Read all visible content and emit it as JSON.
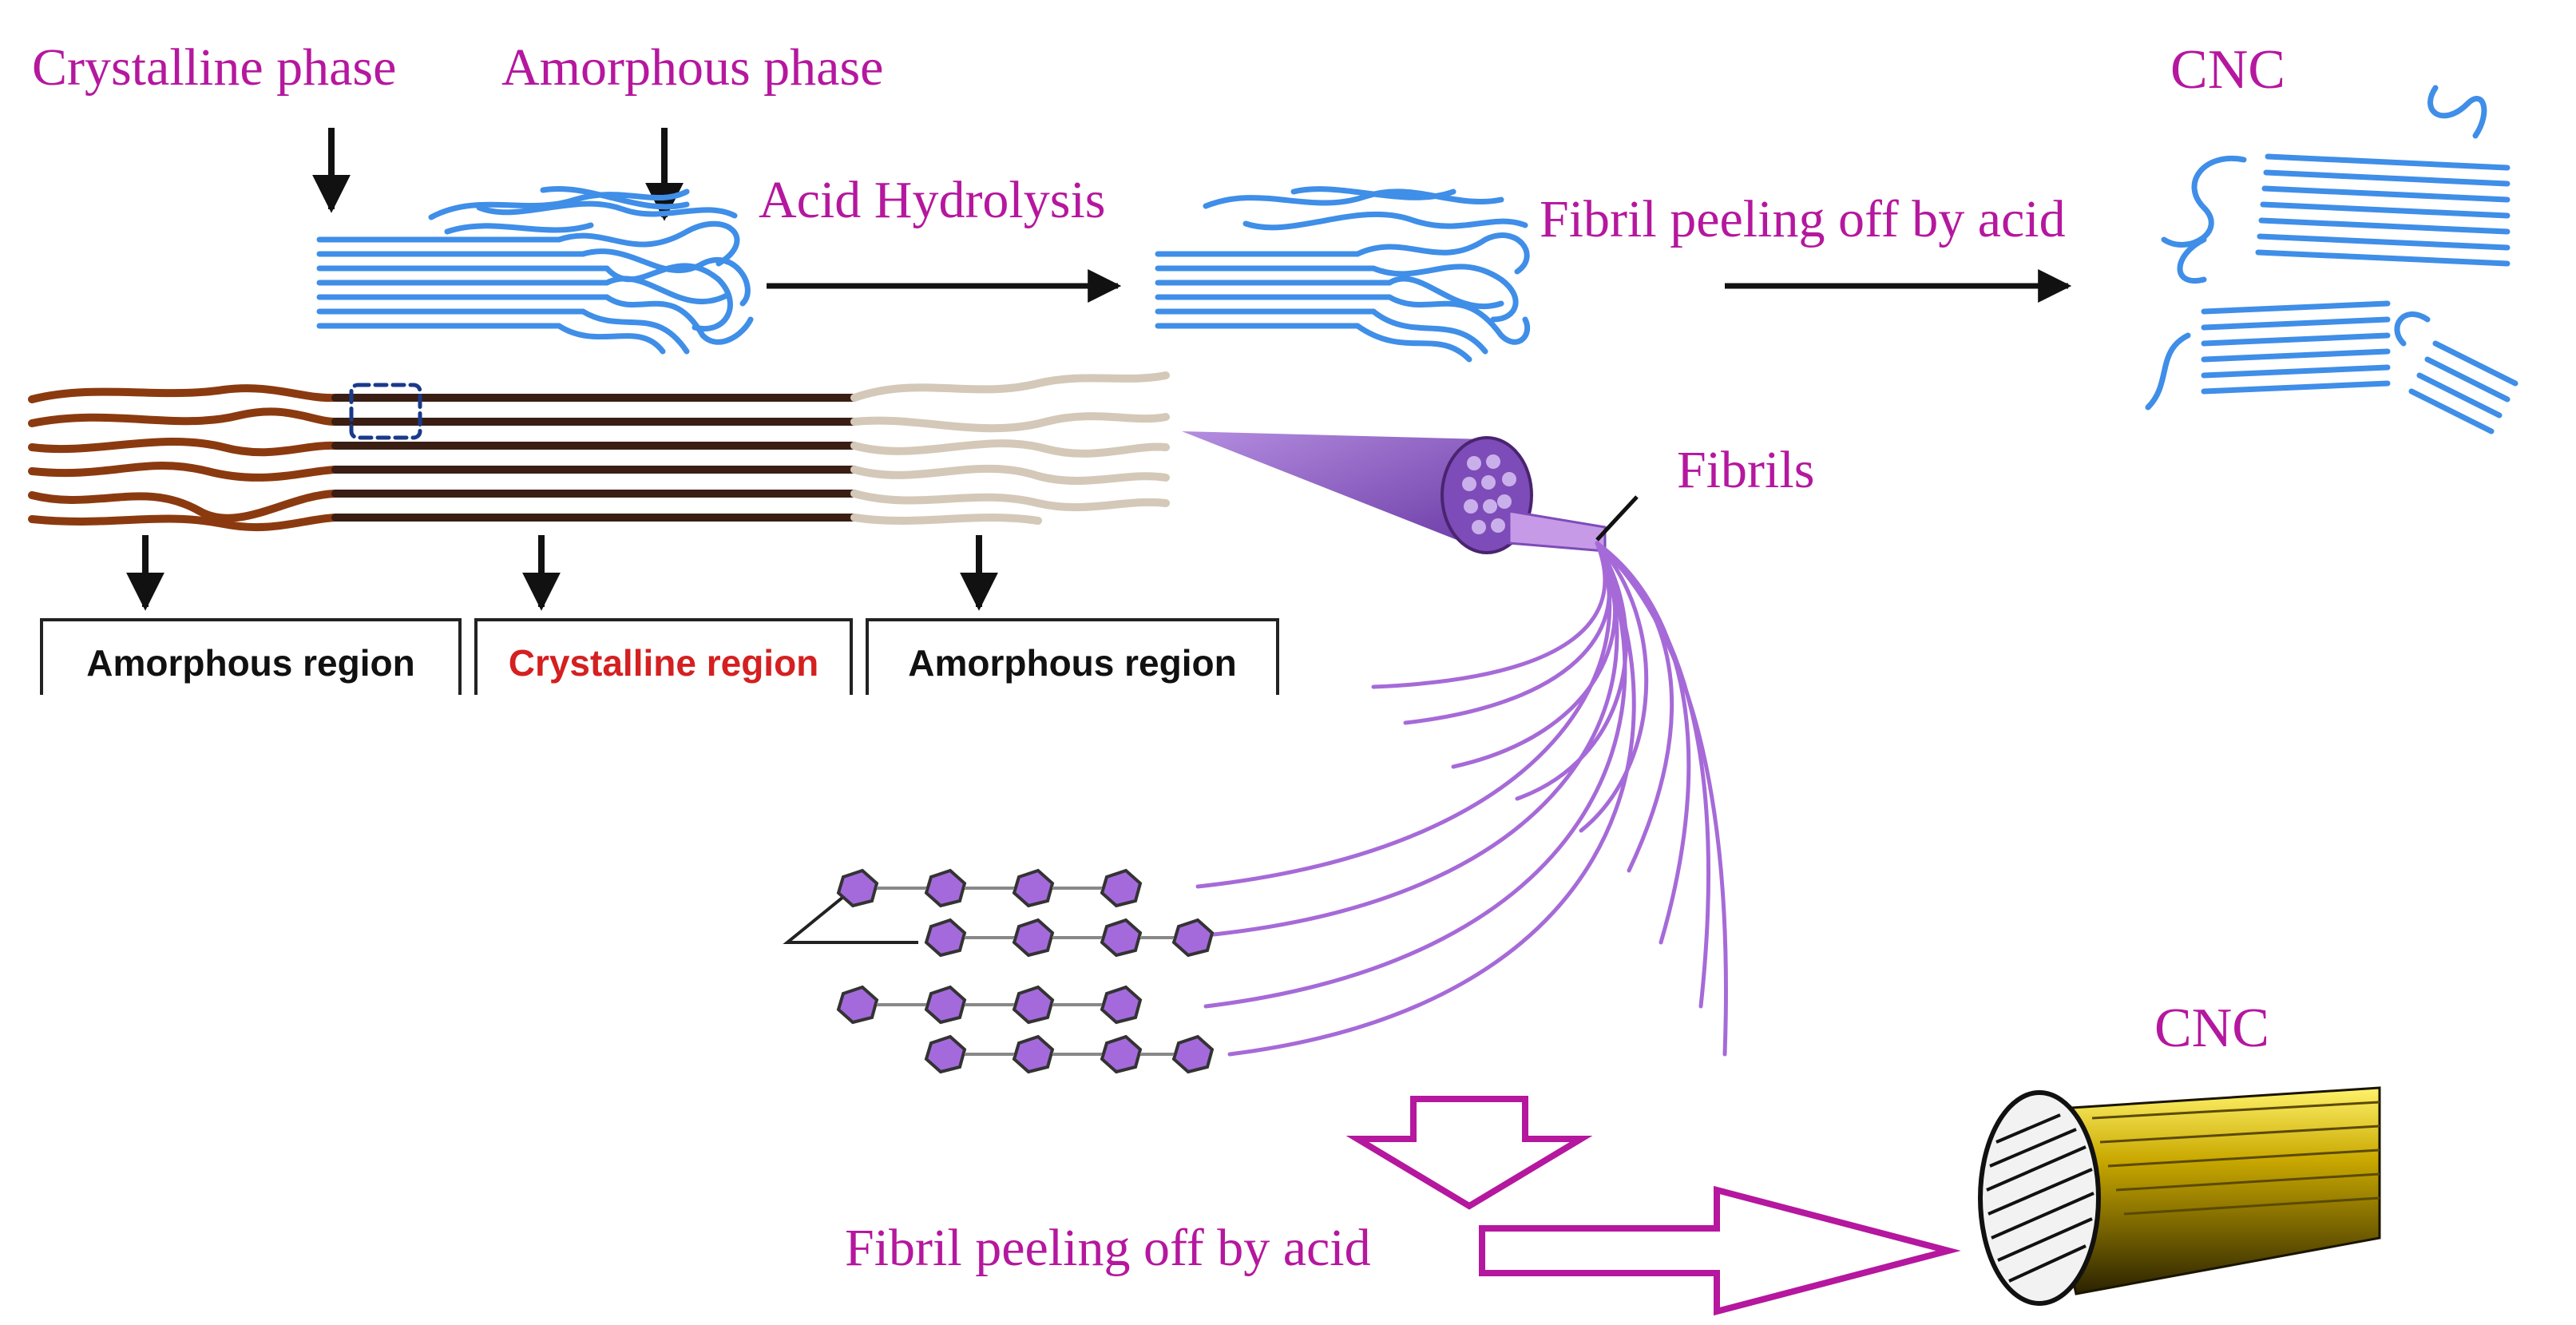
{
  "labels": {
    "crystalline_phase": "Crystalline phase",
    "amorphous_phase": "Amorphous phase",
    "acid_hydrolysis": "Acid Hydrolysis",
    "fibril_peeling_top": "Fibril peeling off by acid",
    "cnc_top": "CNC",
    "fibrils": "Fibrils",
    "cnc_bottom": "CNC",
    "fibril_peeling_bottom": "Fibril peeling off by acid"
  },
  "regions": [
    {
      "label": "Amorphous  region",
      "color": "#111111"
    },
    {
      "label": "Crystalline region",
      "color": "#d42020"
    },
    {
      "label": "Amorphous  region",
      "color": "#111111"
    }
  ],
  "colors": {
    "label_magenta": "#b5179e",
    "fiber_blue": "#3f8ee8",
    "fiber_brown": "#8b3a10",
    "fiber_dark": "#3a1e14",
    "fiber_beige": "#d4c8b8",
    "fibril_purple": "#a66ad8",
    "arrow_black": "#111111"
  }
}
